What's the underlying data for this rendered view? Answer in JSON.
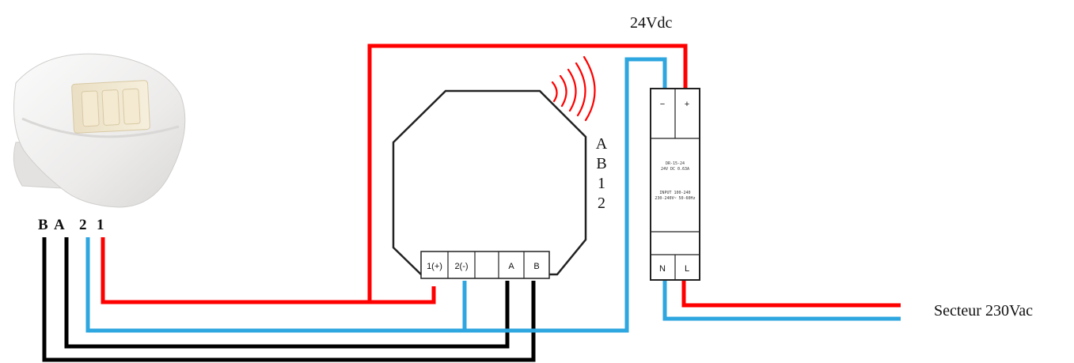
{
  "labels": {
    "supply_voltage": "24Vdc",
    "mains": "Secteur 230Vac"
  },
  "sensor": {
    "terminals": [
      "B",
      "A",
      "2",
      "1"
    ]
  },
  "module": {
    "side_labels": [
      "A",
      "B",
      "1",
      "2"
    ],
    "terminals": [
      "1(+)",
      "2(-)",
      "",
      "A",
      "B"
    ]
  },
  "psu": {
    "top_terminals": [
      "−",
      "+"
    ],
    "bottom_terminals": [
      "N",
      "L"
    ],
    "plate_lines": [
      "DR-15-24",
      "24V DC 0.63A",
      "INPUT 100-240",
      "230-240V~ 50-60Hz"
    ]
  },
  "colors": {
    "positive_wire": "#ff0000",
    "negative_wire": "#2ea6df",
    "bus_wire": "#000000"
  }
}
